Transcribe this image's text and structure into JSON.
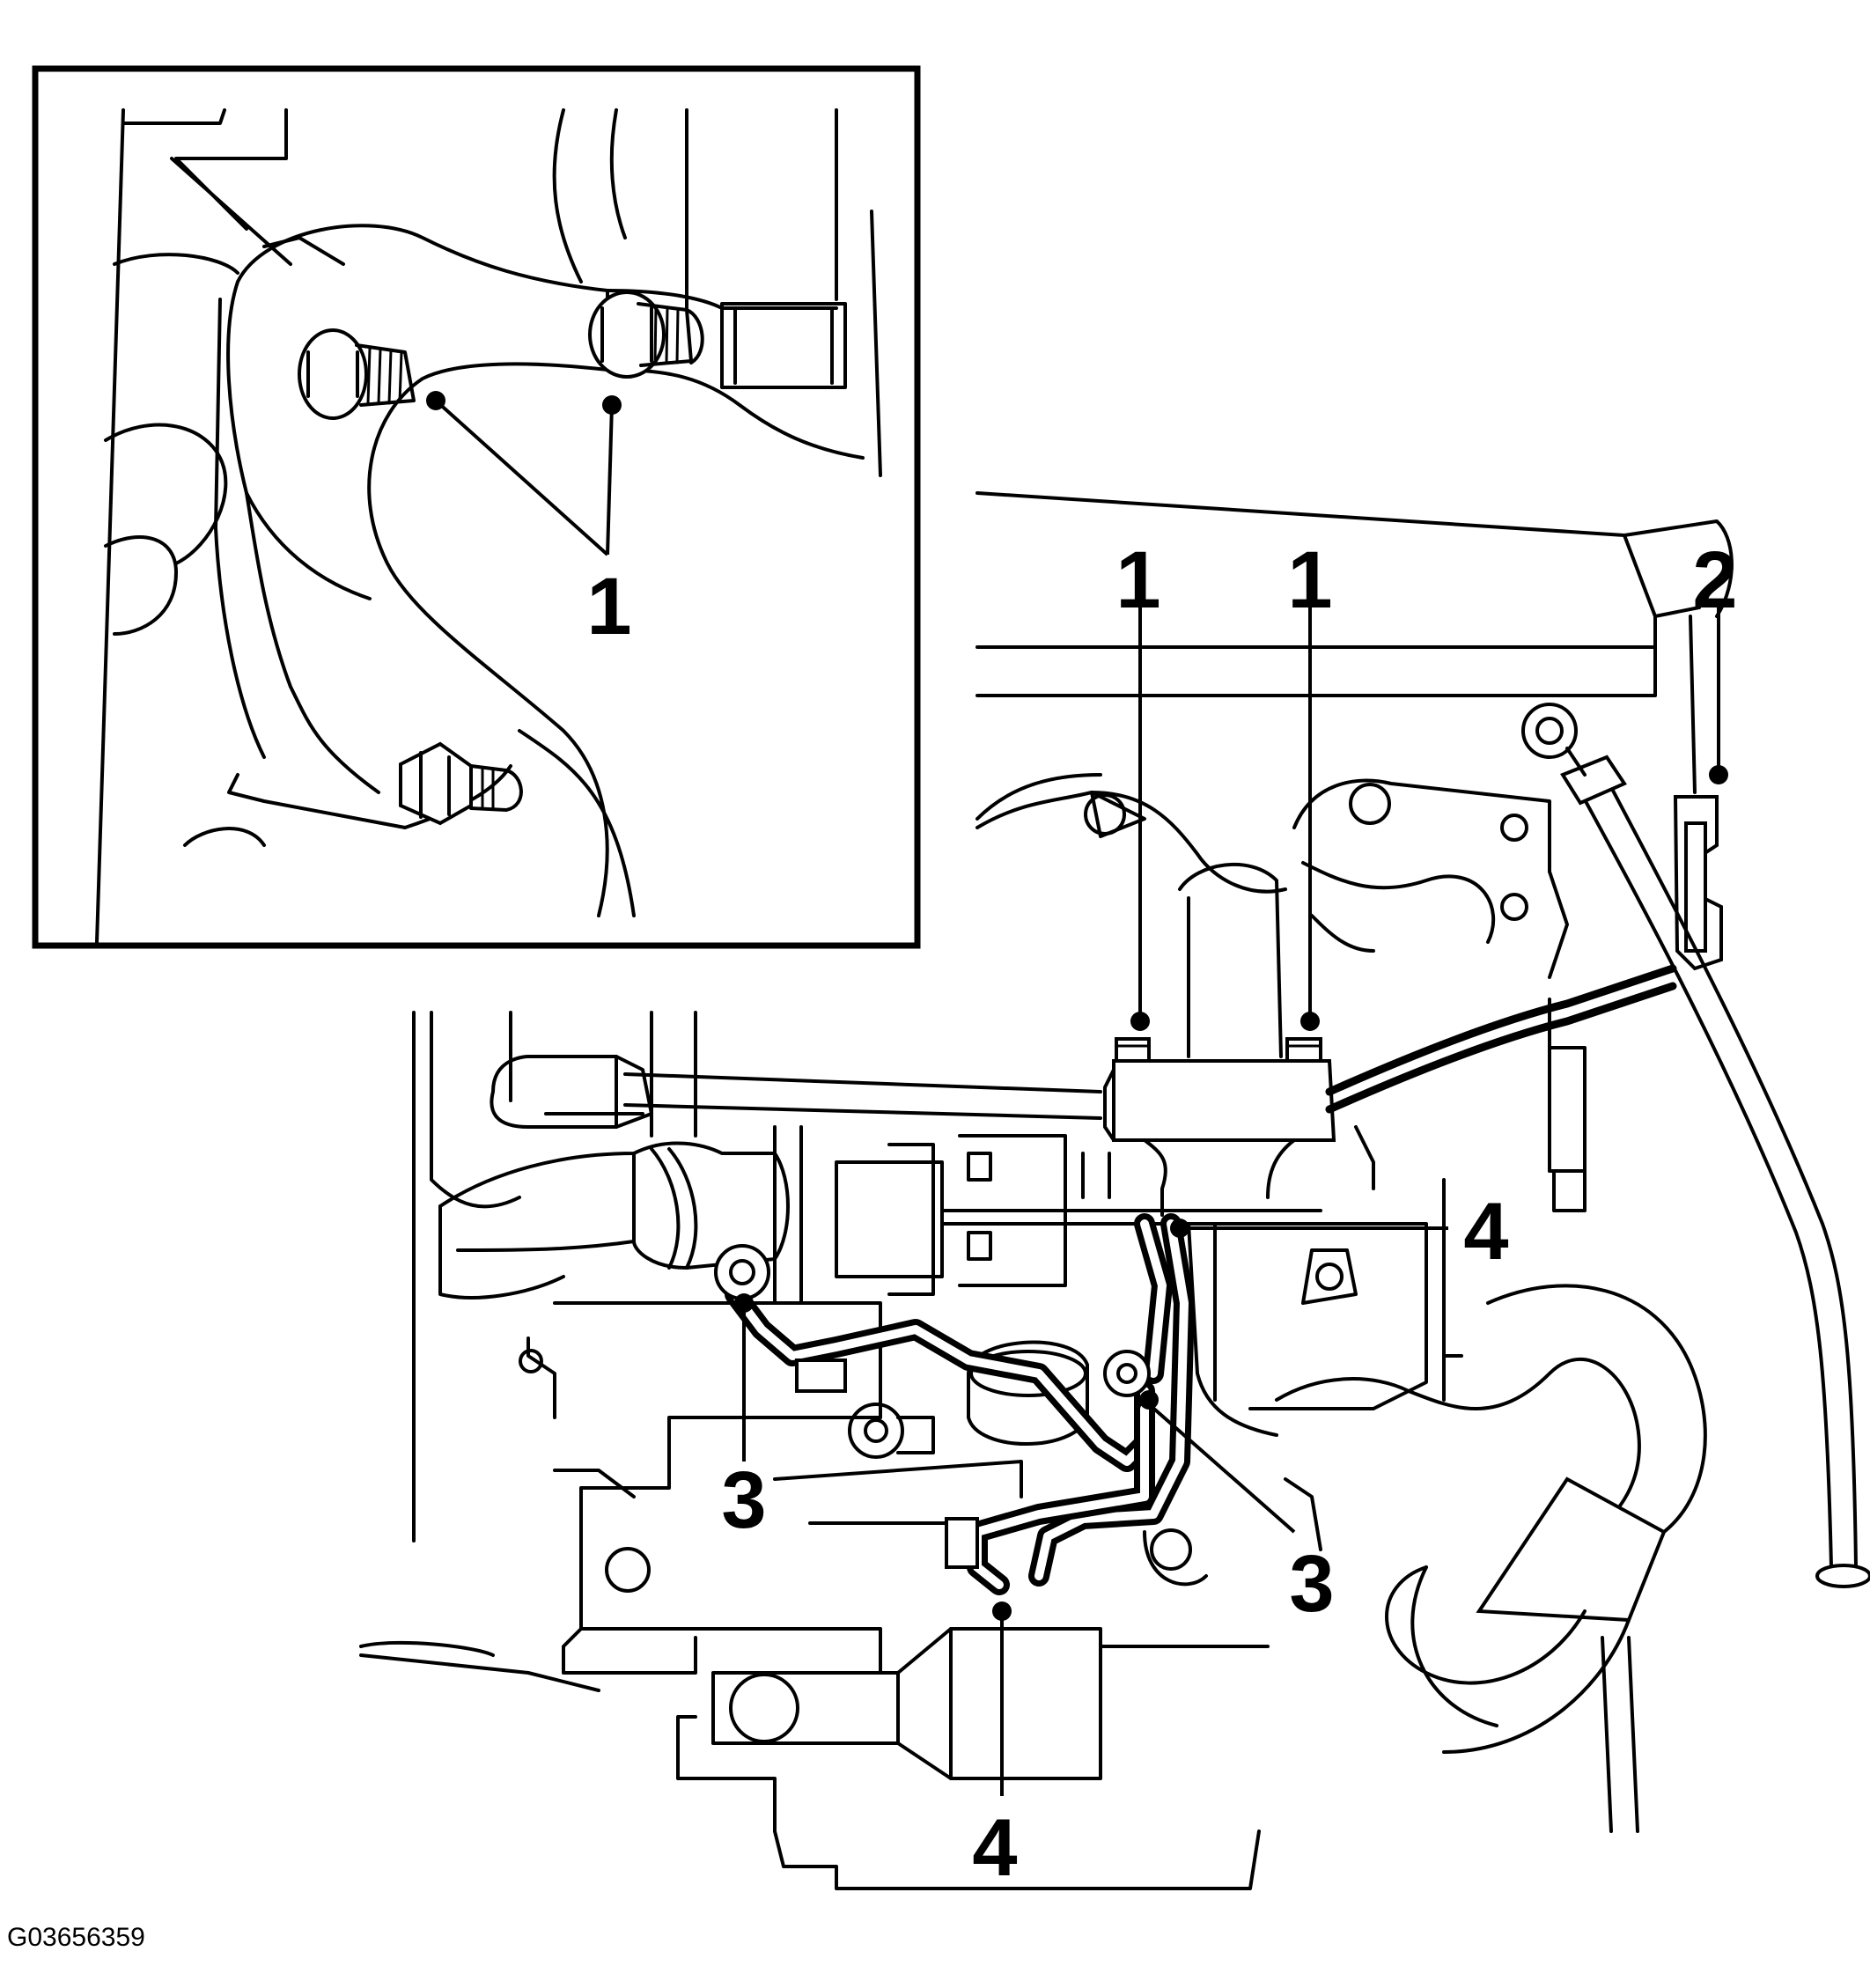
{
  "callouts": {
    "inset_1": "1",
    "main_1a": "1",
    "main_1b": "1",
    "main_2": "2",
    "main_3a": "3",
    "main_3b": "3",
    "main_4a": "4",
    "main_4b": "4"
  },
  "figure_code": "G03656359"
}
